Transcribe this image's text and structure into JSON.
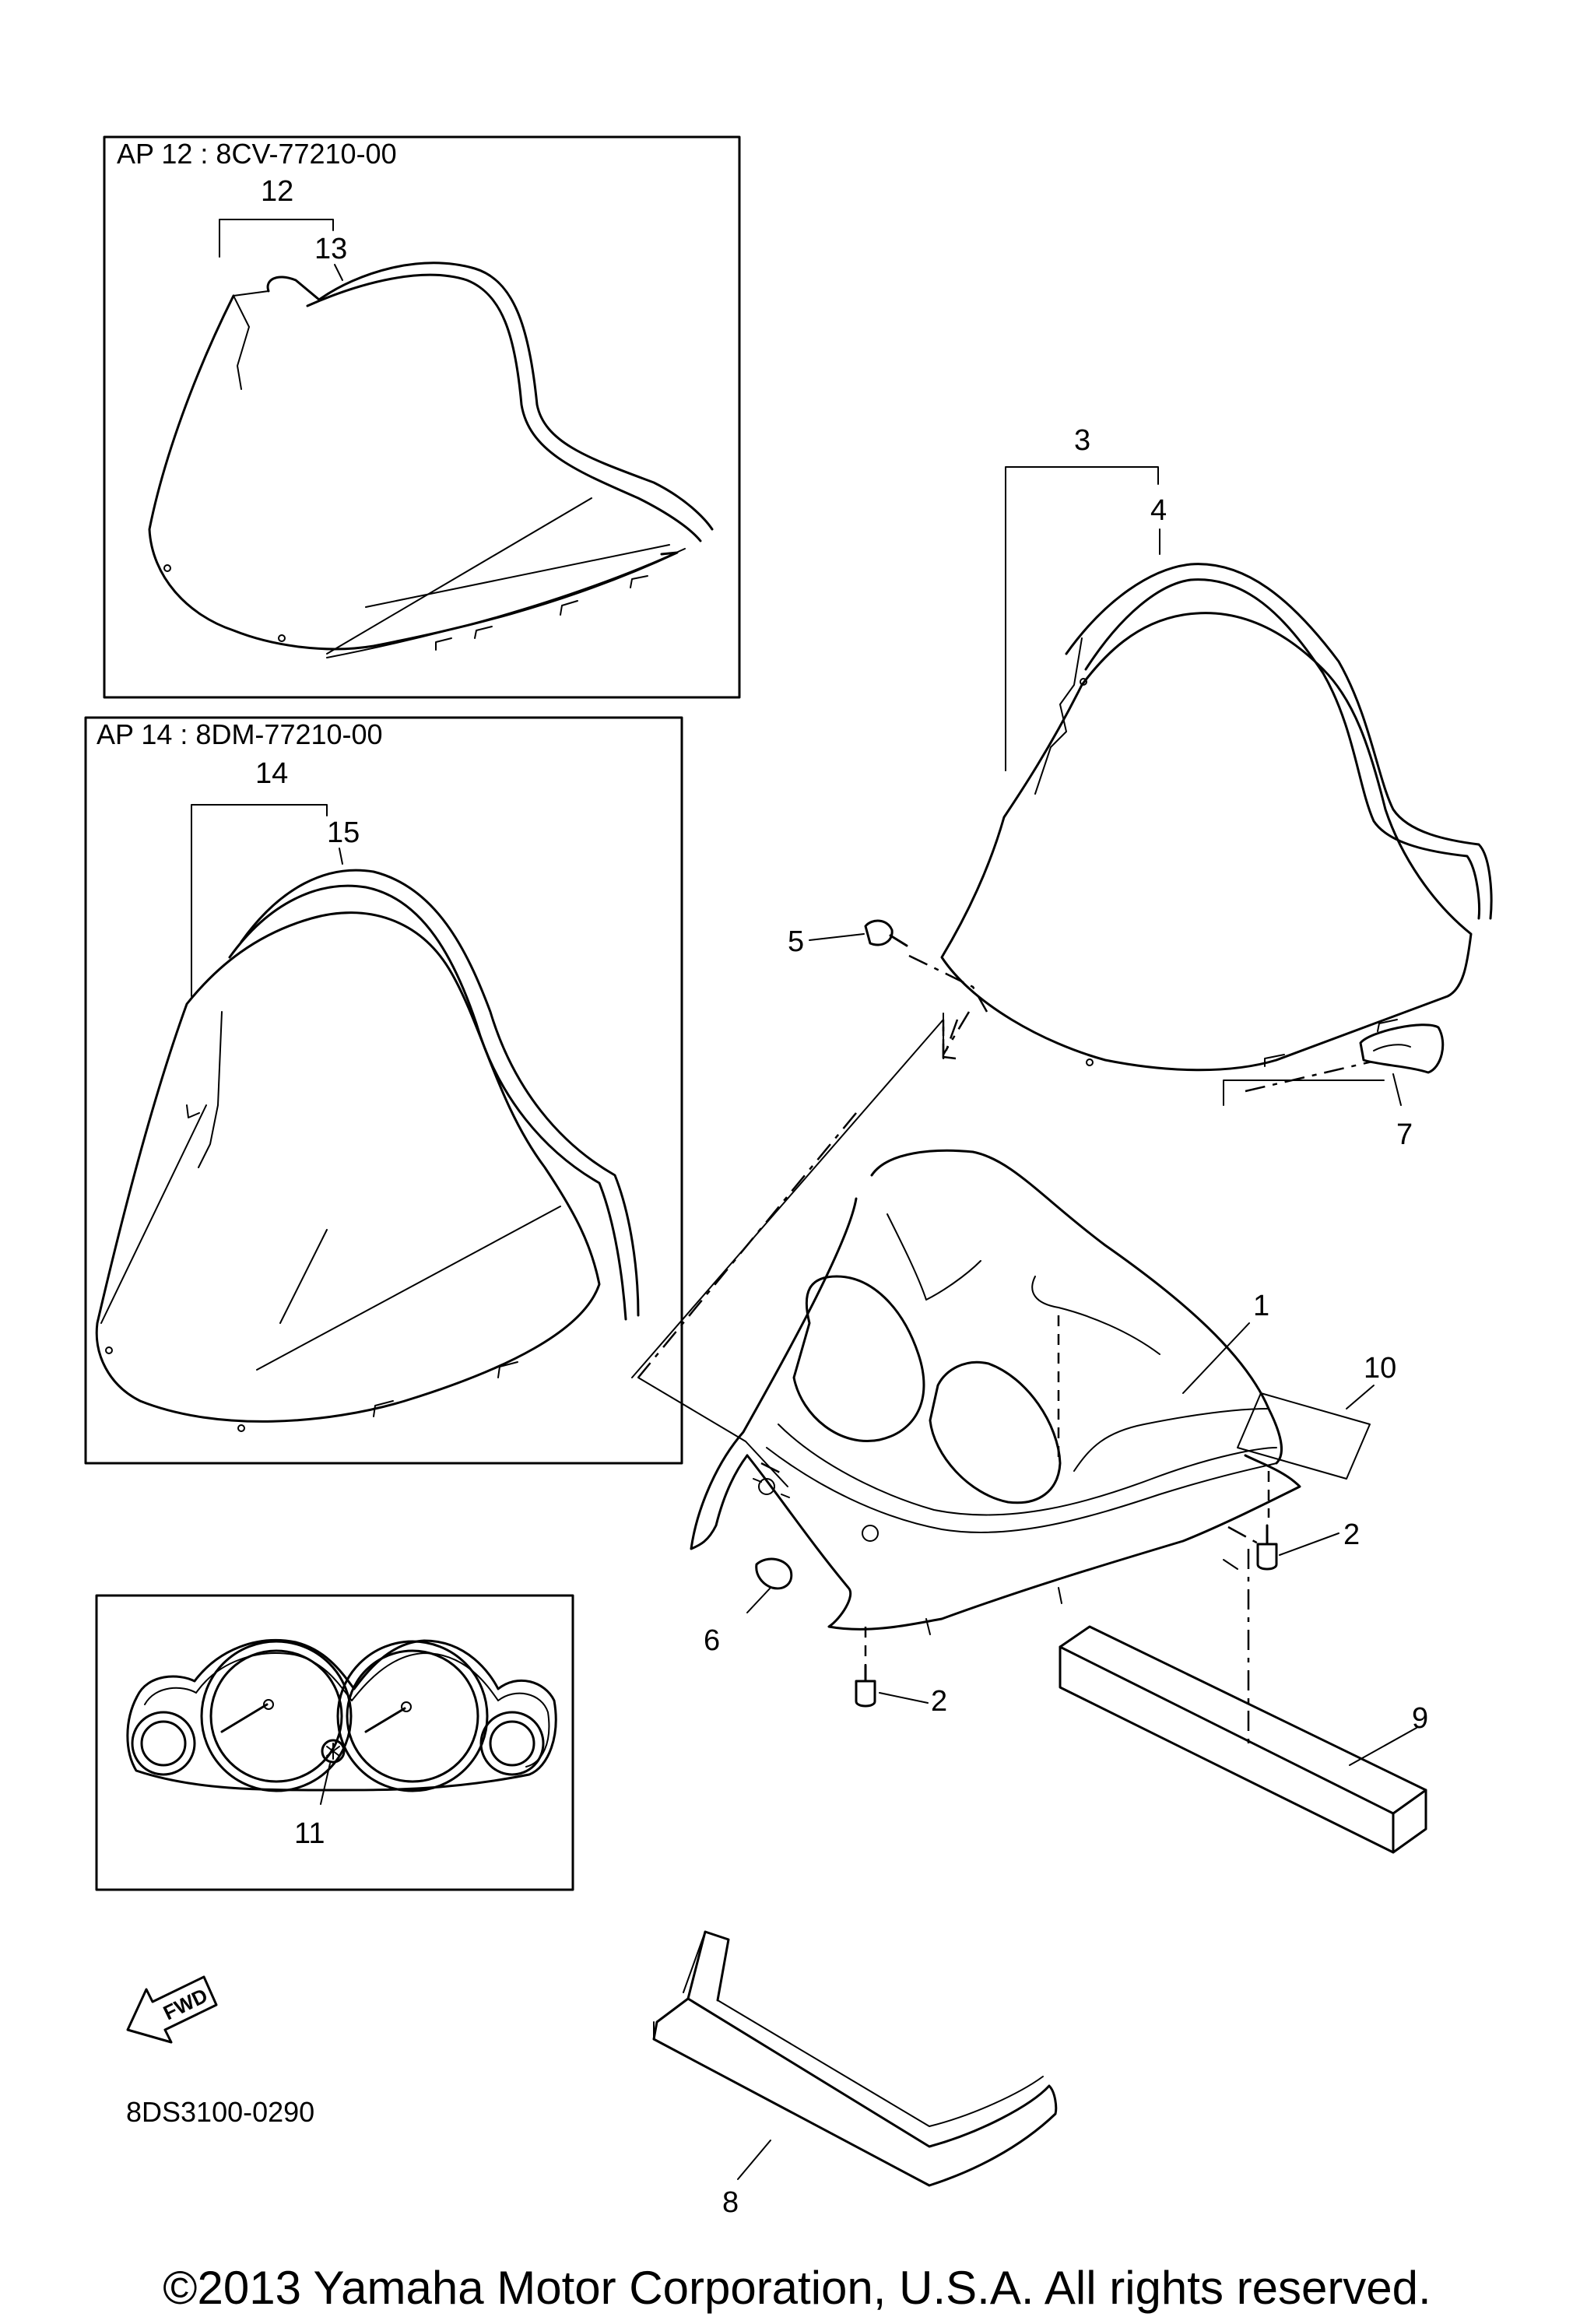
{
  "insets": {
    "ap12": {
      "label": "AP   12 : 8CV-77210-00"
    },
    "ap14": {
      "label": "AP   14 : 8DM-77210-00"
    }
  },
  "callouts": {
    "c1": "1",
    "c2a": "2",
    "c2b": "2",
    "c3": "3",
    "c4": "4",
    "c5": "5",
    "c6": "6",
    "c7": "7",
    "c8": "8",
    "c9": "9",
    "c10": "10",
    "c11": "11",
    "c12": "12",
    "c13": "13",
    "c14": "14",
    "c15": "15"
  },
  "fwd_label": "FWD",
  "diagram_code": "8DS3100-0290",
  "copyright": "©2013 Yamaha Motor Corporation, U.S.A. All rights reserved."
}
